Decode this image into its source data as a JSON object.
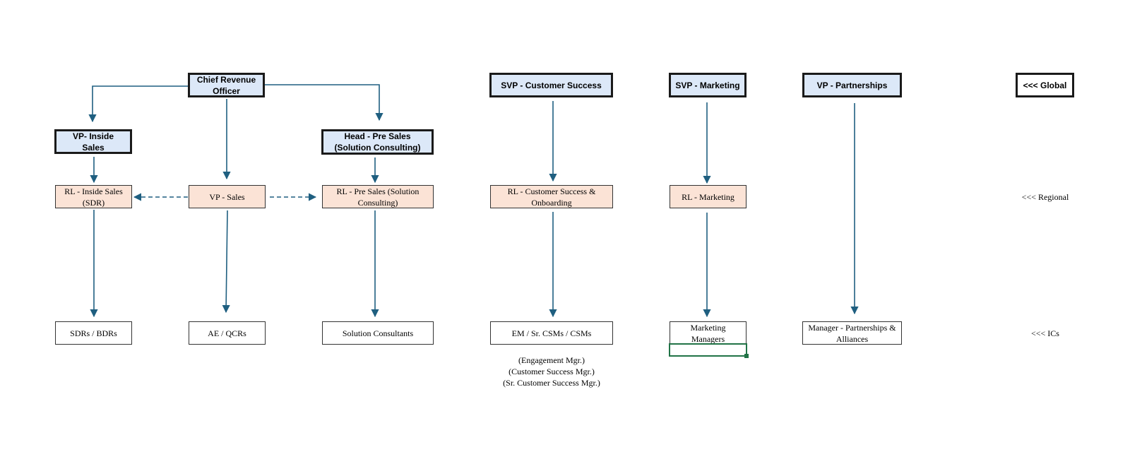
{
  "boxes": {
    "cro": "Chief Revenue Officer",
    "vp_inside_sales": "VP- Inside Sales",
    "head_pre_sales": "Head - Pre Sales (Solution Consulting)",
    "svp_customer_success": "SVP - Customer Success",
    "svp_marketing": "SVP - Marketing",
    "vp_partnerships": "VP - Partnerships",
    "global_label": "<<< Global",
    "rl_inside_sales": "RL - Inside Sales (SDR)",
    "vp_sales": "VP - Sales",
    "rl_pre_sales": "RL - Pre Sales (Solution Consulting)",
    "rl_customer_success": "RL - Customer Success & Onboarding",
    "rl_marketing": "RL - Marketing",
    "regional_label": "<<< Regional",
    "sdrs_bdrs": "SDRs / BDRs",
    "ae_qcrs": "AE / QCRs",
    "solution_consultants": "Solution Consultants",
    "em_csms": "EM / Sr. CSMs / CSMs",
    "marketing_managers": "Marketing Managers",
    "manager_partnerships": "Manager - Partnerships & Alliances",
    "ics_label": "<<< ICs"
  },
  "notes": {
    "engagement_mgr": "(Engagement Mgr.)",
    "customer_success_mgr": "(Customer Success Mgr.)",
    "sr_customer_success_mgr": "(Sr. Customer Success Mgr.)"
  },
  "colors": {
    "exec_fill": "#dce8f8",
    "regional_fill": "#fbe3d6",
    "connector": "#1f5f80",
    "selection": "#217346"
  }
}
